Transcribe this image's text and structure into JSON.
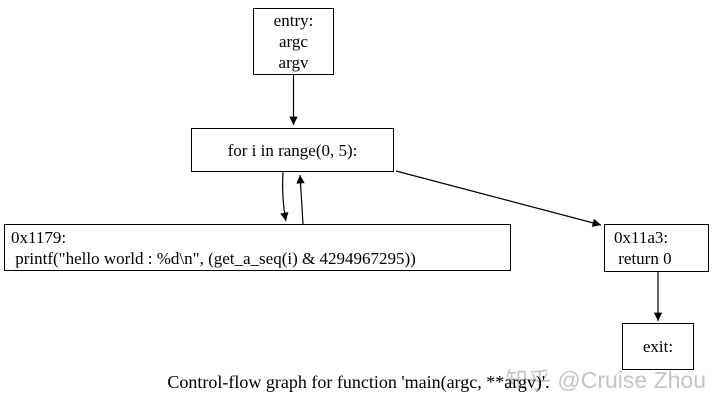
{
  "diagram": {
    "title": "Control-flow graph",
    "nodes": {
      "entry": {
        "lines": [
          "entry:",
          "argc",
          "argv"
        ]
      },
      "loop": {
        "label": "for i in range(0, 5):"
      },
      "printf_block": {
        "lines": [
          "0x1179:",
          " printf(\"hello world : %d\\n\", (get_a_seq(i) & 4294967295))"
        ]
      },
      "ret_block": {
        "lines": [
          "0x11a3:",
          " return 0"
        ]
      },
      "exit": {
        "label": "exit:"
      }
    },
    "edges": [
      {
        "from": "entry",
        "to": "loop"
      },
      {
        "from": "loop",
        "to": "printf_block"
      },
      {
        "from": "printf_block",
        "to": "loop"
      },
      {
        "from": "loop",
        "to": "ret_block"
      },
      {
        "from": "ret_block",
        "to": "exit"
      }
    ],
    "caption": "Control-flow graph for function 'main(argc, **argv)'.",
    "watermark": "知乎 @Cruise Zhou",
    "colors": {
      "background": "#ffffff",
      "node_border": "#000000",
      "edge": "#000000",
      "text": "#000000",
      "watermark": "#c4c4c4"
    }
  }
}
